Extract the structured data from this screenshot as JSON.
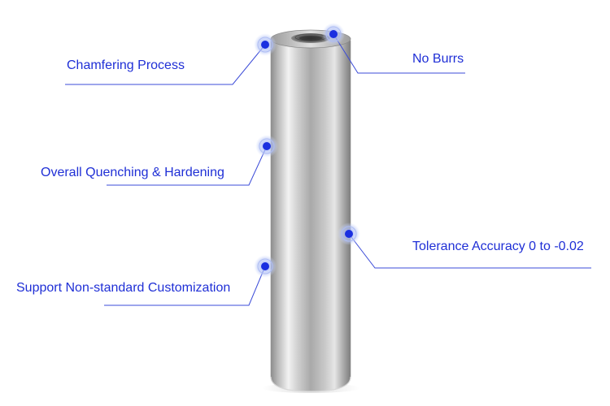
{
  "product": {
    "name_icon": "threaded-dowel-pin-image"
  },
  "callouts": [
    {
      "id": "chamfering",
      "label": "Chamfering Process"
    },
    {
      "id": "no-burrs",
      "label": "No Burrs"
    },
    {
      "id": "quenching",
      "label": "Overall Quenching & Hardening"
    },
    {
      "id": "tolerance",
      "label": "Tolerance Accuracy 0 to -0.02"
    },
    {
      "id": "customization",
      "label": "Support Non-standard Customization"
    }
  ],
  "colors": {
    "label_text": "#1f2fd6",
    "leader_line": "#3b4bd8",
    "marker_dot": "#1a2fe0",
    "marker_halo": "#9fb2f5"
  }
}
